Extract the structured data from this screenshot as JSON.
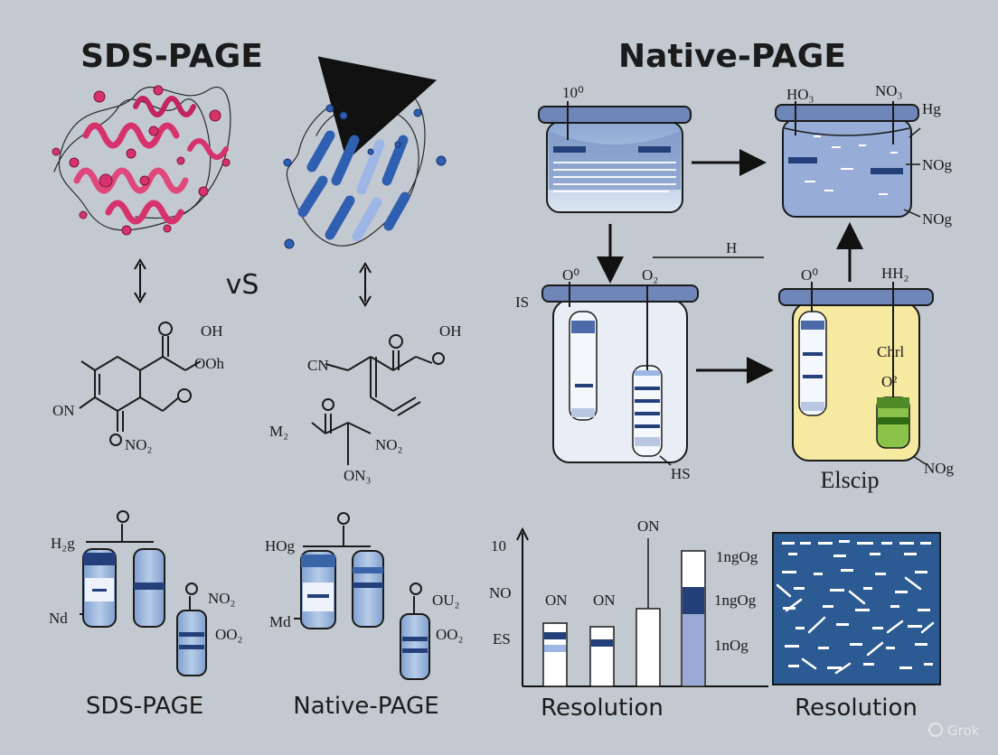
{
  "titles": {
    "left": "SDS-PAGE",
    "right": "Native-PAGE"
  },
  "vs_label": "vS",
  "colors": {
    "background": "#c3c9d0",
    "sds_protein": "#d6336c",
    "native_protein": "#2f5fb0",
    "gel_blue": "#9ab3d6",
    "band_dark": "#23407a",
    "yellow_gel": "#f6e9a0",
    "green_gel": "#7cb342"
  },
  "left_chem": {
    "mol1": {
      "o_top": "O",
      "oh_top": "OH",
      "ooh": "OOh",
      "on": "ON",
      "no2": "NO₂"
    },
    "mol2": {
      "cn": "CN",
      "ooh": "OH",
      "m2": "M₂",
      "no2": "NO₂",
      "on3": "ON₃",
      "o_top": "O",
      "o_left": "O"
    }
  },
  "left_tubes": {
    "sds": {
      "h2g": "H₂g",
      "oo": "O",
      "nd": "Nd",
      "oo2": "O",
      "no2": "NO₂",
      "oo2b": "OO₂",
      "caption": "SDS-PAGE"
    },
    "native": {
      "hog": "HOg",
      "oo": "O",
      "md": "Md",
      "oo2": "O",
      "ou2": "OU₂",
      "oo2b": "OO₂",
      "caption": "Native-PAGE"
    }
  },
  "flow": {
    "tank1": {
      "label": "10⁰"
    },
    "tank2": {
      "ho3": "HO₃",
      "no3": "NO₃",
      "hg": "Hg",
      "nog1": "NOg",
      "nog2": "NOg"
    },
    "h_label": "H",
    "tank3": {
      "is": "IS",
      "o0": "O⁰",
      "o2": "O₂",
      "hs": "HS"
    },
    "tank4": {
      "o0": "O⁰",
      "hh2": "HH₂",
      "chrl": "Chrl",
      "o2": "O²",
      "elscip": "Elscip",
      "nog": "NOg"
    }
  },
  "bar_chart": {
    "y_labels": [
      "10",
      "NO",
      "ES"
    ],
    "column_labels": [
      "ON",
      "ON",
      "ON"
    ],
    "right_labels": [
      "1ngOg",
      "1ngOg",
      "1nOg"
    ],
    "caption": "Resolution"
  },
  "gel_panel": {
    "caption": "Resolution"
  },
  "watermark": "Grok"
}
